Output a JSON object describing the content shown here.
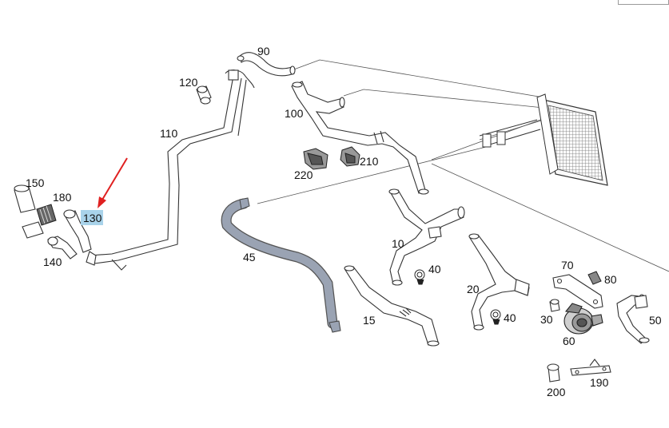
{
  "diagram": {
    "labels": {
      "p90": "90",
      "p120": "120",
      "p100": "100",
      "p110": "110",
      "p220": "220",
      "p210": "210",
      "p150": "150",
      "p180": "180",
      "p130": "130",
      "p140": "140",
      "p45": "45",
      "p10": "10",
      "p40a": "40",
      "p70": "70",
      "p80": "80",
      "p20": "20",
      "p15": "15",
      "p30": "30",
      "p40b": "40",
      "p50": "50",
      "p60": "60",
      "p200": "200",
      "p190": "190"
    },
    "highlighted_part": "130",
    "colors": {
      "highlight": "#a9d3ea",
      "arrow": "#e02020",
      "hose_45": "#9aa3b3",
      "line": "#333333"
    }
  }
}
